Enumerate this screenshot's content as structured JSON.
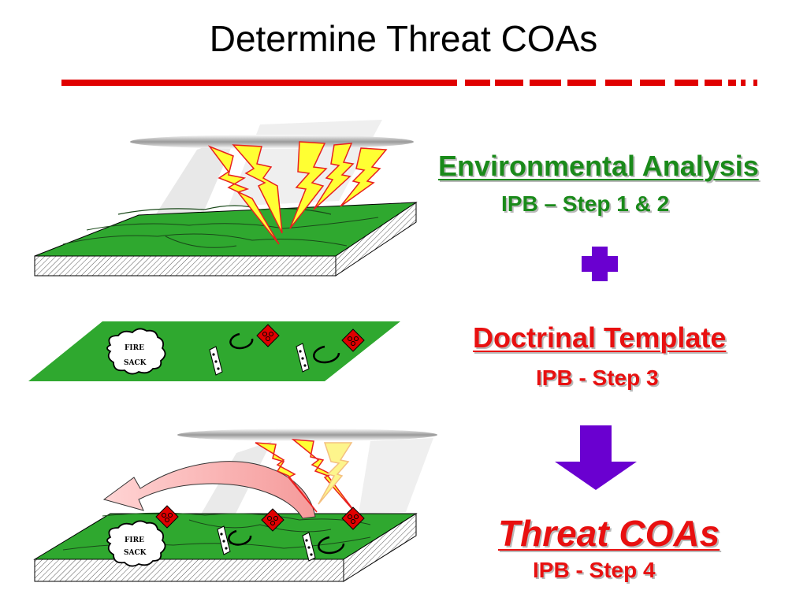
{
  "title": "Determine Threat COAs",
  "steps": [
    {
      "heading": "Environmental Analysis",
      "sub": "IPB – Step 1 & 2",
      "color": "#1a8a1a"
    },
    {
      "heading": "Doctrinal Template",
      "sub": "IPB - Step 3",
      "color": "#e81010"
    },
    {
      "heading": "Threat COAs",
      "sub": "IPB - Step 4",
      "color": "#e81010"
    }
  ],
  "operators": {
    "plus": "plus-icon",
    "arrow": "down-arrow-icon",
    "color": "#6a00d0"
  },
  "diagram_labels": {
    "fire_sack_line1": "FIRE",
    "fire_sack_line2": "SACK"
  },
  "colors": {
    "rule": "#e00000",
    "terrain": "#2fa82f",
    "lightning_fill": "#ffff33",
    "lightning_stroke": "#e82020",
    "unit_marker": "#e00000"
  }
}
